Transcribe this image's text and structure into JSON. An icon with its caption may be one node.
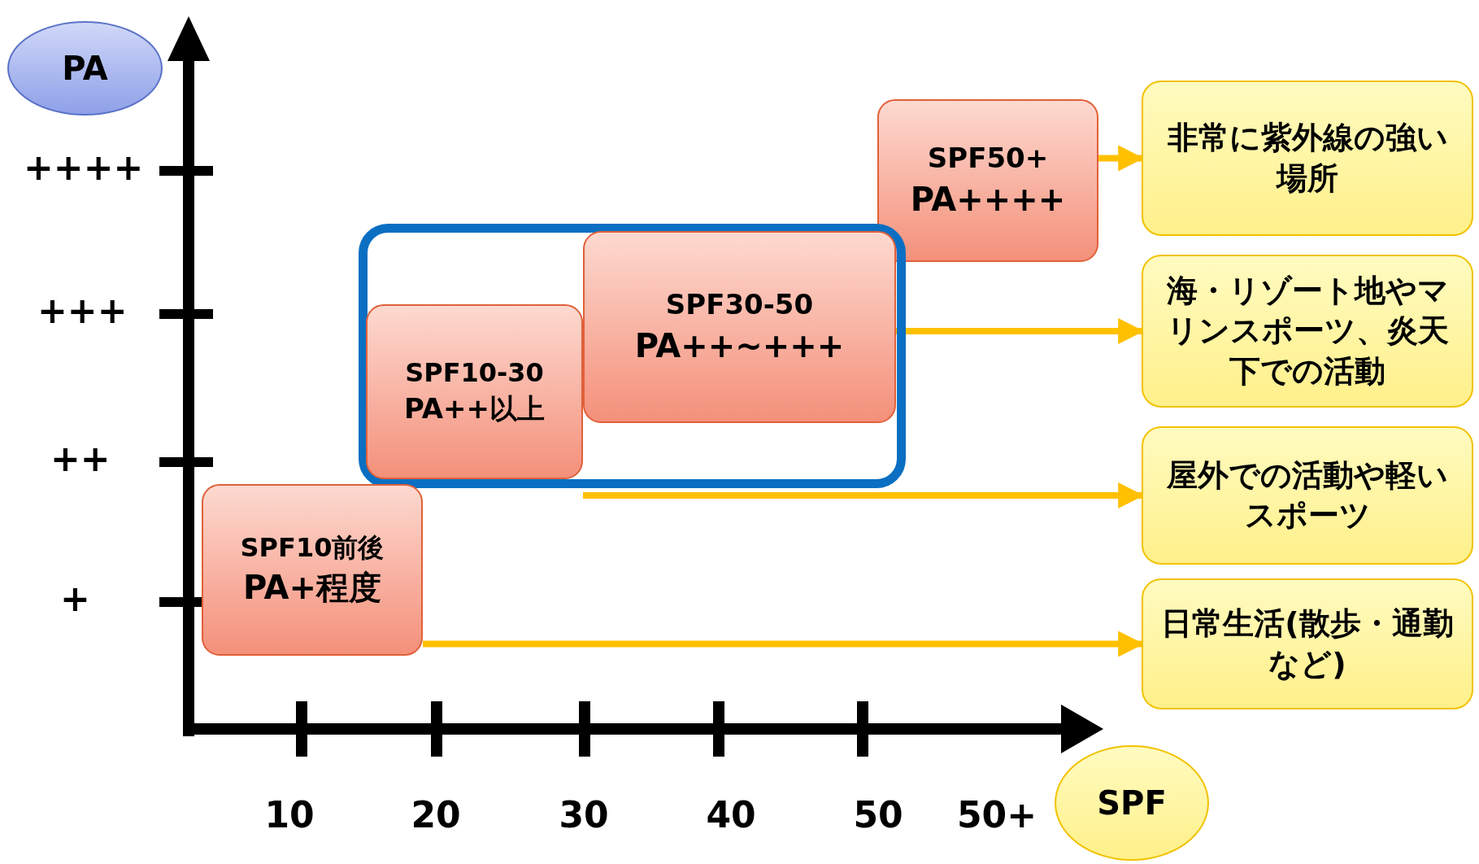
{
  "diagram": {
    "nodes": [
      {
        "text": [
          "PA"
        ]
      },
      {
        "text": [
          "SPF50+",
          "PA++++"
        ]
      },
      {
        "text": [
          "非常に紫外線の強い場所"
        ]
      },
      {
        "text": [],
        "shape": "box"
      },
      {
        "text": [
          "SPF30-50",
          "PA++~+++"
        ],
        "in": 3
      },
      {
        "text": [
          "SPF10-30",
          "PA++以上"
        ],
        "in": 3
      },
      {
        "text": [
          "海・リゾート地やマリンスポーツ、炎天下での活動"
        ]
      },
      {
        "text": [
          "屋外での活動や軽いスポーツ"
        ]
      },
      {
        "text": [
          "SPF10前後",
          "PA+程度"
        ]
      },
      {
        "text": [
          "日常生活(散歩・通勤など)"
        ]
      },
      {
        "text": [
          "SPF"
        ]
      }
    ],
    "edges": [
      {
        "from": 1,
        "to": 2,
        "arrow": "to"
      },
      {
        "from": 4,
        "to": 6,
        "arrow": "to"
      },
      {
        "from": 5,
        "to": 7,
        "arrow": "to"
      },
      {
        "from": 8,
        "to": 9,
        "arrow": "to"
      }
    ],
    "labels": [
      "++++",
      "+++",
      "++",
      "+",
      "10",
      "20",
      "30",
      "40",
      "50",
      "50+"
    ]
  }
}
